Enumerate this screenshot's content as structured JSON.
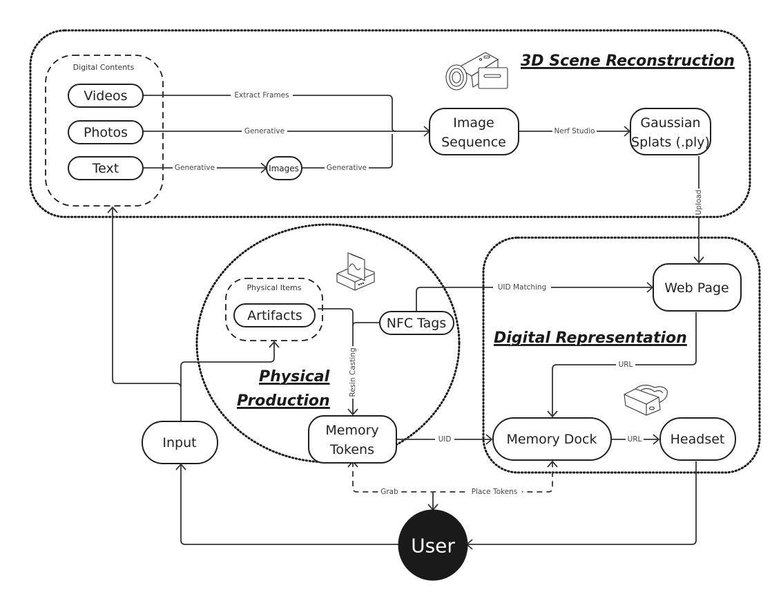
{
  "groups": {
    "scene_reconstruction": {
      "title": "3D Scene Reconstruction"
    },
    "digital_contents": {
      "label": "Digital Contents"
    },
    "physical_production": {
      "title_line1": "Physical",
      "title_line2": "Production"
    },
    "physical_items": {
      "label": "Physical Items"
    },
    "digital_representation": {
      "title": "Digital Representation"
    }
  },
  "nodes": {
    "videos": "Videos",
    "photos": "Photos",
    "text": "Text",
    "images": "Images",
    "image_sequence_line1": "Image",
    "image_sequence_line2": "Sequence",
    "gaussian_line1": "Gaussian",
    "gaussian_line2": "Splats (.ply)",
    "artifacts": "Artifacts",
    "nfc_tags": "NFC Tags",
    "memory_tokens_line1": "Memory",
    "memory_tokens_line2": "Tokens",
    "web_page": "Web Page",
    "memory_dock": "Memory Dock",
    "headset": "Headset",
    "input": "Input",
    "user": "User"
  },
  "edges": {
    "videos_to_seq": "Extract Frames",
    "photos_to_seq": "Generative",
    "text_to_images": "Generative",
    "images_to_seq": "Generative",
    "seq_to_gaussian": "Nerf Studio",
    "gaussian_to_web": "Upload",
    "nfc_to_web": "UID Matching",
    "resin": "Resin Casting",
    "tokens_to_dock": "UID",
    "web_to_dock": "URL",
    "dock_to_headset": "URL",
    "grab": "Grab",
    "place_tokens": "Place Tokens"
  },
  "icons": {
    "camcorder": "camcorder-icon",
    "nfc_dock": "nfc-dock-icon",
    "vr_headset": "vr-headset-icon"
  }
}
